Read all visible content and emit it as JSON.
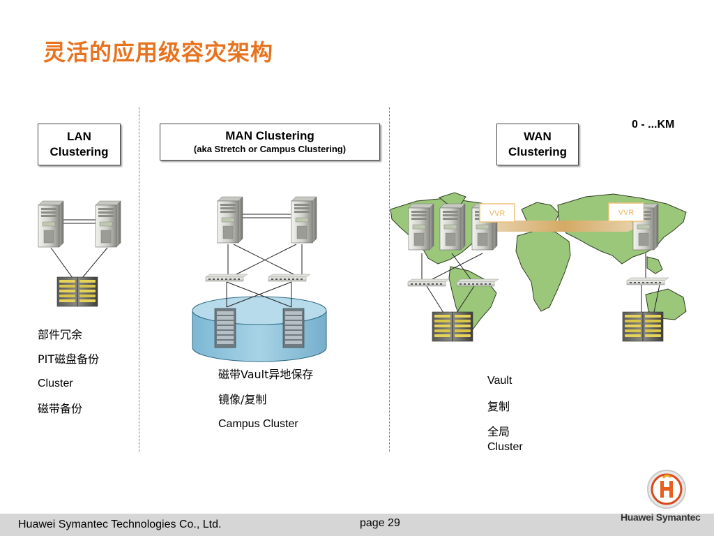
{
  "title": "灵活的应用级容灾架构",
  "distance_label": "0 - ...KM",
  "sections": {
    "lan": {
      "line1": "LAN",
      "line2": "Clustering",
      "features": [
        "部件冗余",
        "PIT磁盘备份",
        "Cluster",
        "磁带备份"
      ]
    },
    "man": {
      "line1": "MAN Clustering",
      "line2": "(aka Stretch or Campus Clustering)",
      "features": [
        "磁带Vault异地保存",
        "镜像/复制",
        "Campus Cluster"
      ]
    },
    "wan": {
      "line1": "WAN",
      "line2": "Clustering",
      "features": [
        "Vault",
        "复制",
        "全局",
        "Cluster"
      ]
    }
  },
  "vvr_labels": [
    "VVR",
    "VVR"
  ],
  "footer": {
    "company": "Huawei Symantec Technologies Co., Ltd.",
    "page": "page 29",
    "brand": "Huawei Symantec"
  },
  "colors": {
    "title": "#e8731f",
    "map": "#9bc77a",
    "storage_pool": "#8fc3dc",
    "vvr_arrow": "#e0a860"
  }
}
